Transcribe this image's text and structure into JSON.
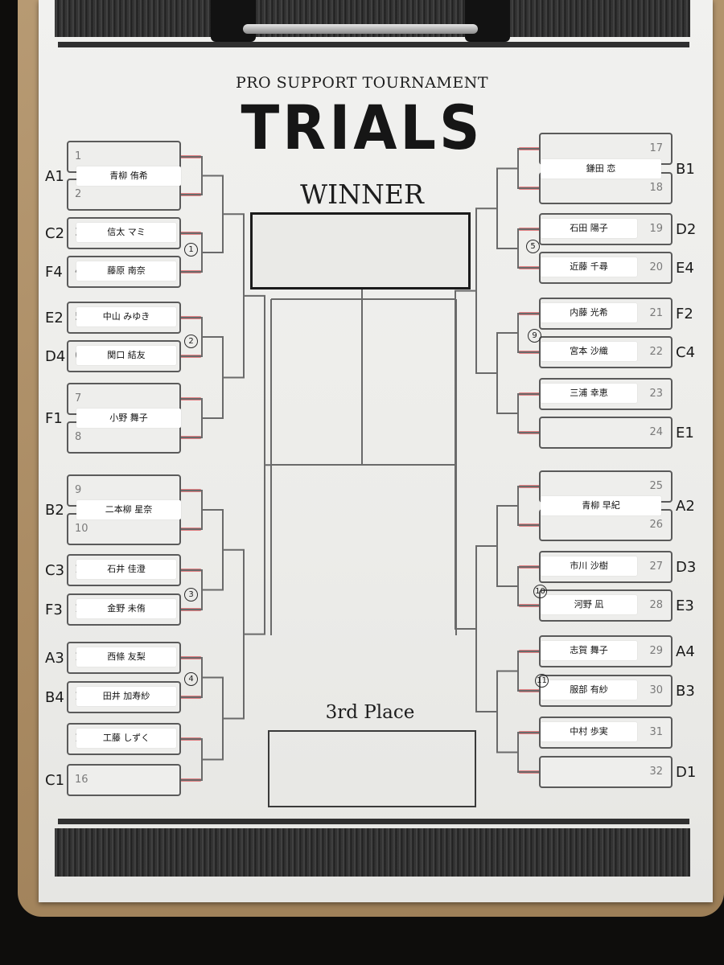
{
  "header": {
    "subtitle": "PRO SUPPORT TOURNAMENT",
    "title": "TRIALS"
  },
  "winner": {
    "label": "WINNER"
  },
  "third_place": {
    "label": "3rd Place"
  },
  "colors": {
    "ink": "#1b1b1b",
    "marker_red": "#d9141c",
    "paper": "#efefed",
    "clipboard": "#ad8e66"
  },
  "slots": [
    {
      "num": "1",
      "name": "",
      "code": ""
    },
    {
      "num": "2",
      "name": "",
      "code": ""
    },
    {
      "num": "3",
      "name": "信太 マミ",
      "code": "C2"
    },
    {
      "num": "4",
      "name": "藤原 南奈",
      "code": "F4"
    },
    {
      "num": "5",
      "name": "中山 みゆき",
      "code": "E2"
    },
    {
      "num": "6",
      "name": "関口 結友",
      "code": "D4"
    },
    {
      "num": "7",
      "name": "",
      "code": ""
    },
    {
      "num": "8",
      "name": "",
      "code": ""
    },
    {
      "num": "9",
      "name": "",
      "code": ""
    },
    {
      "num": "10",
      "name": "",
      "code": ""
    },
    {
      "num": "11",
      "name": "石井 佳澄",
      "code": "C3"
    },
    {
      "num": "12",
      "name": "金野 未侑",
      "code": "F3"
    },
    {
      "num": "13",
      "name": "西條 友梨",
      "code": "A3"
    },
    {
      "num": "14",
      "name": "田井 加寿紗",
      "code": "B4"
    },
    {
      "num": "15",
      "name": "工藤 しずく",
      "code": ""
    },
    {
      "num": "16",
      "name": "",
      "code": "C1"
    },
    {
      "num": "17",
      "name": "",
      "code": ""
    },
    {
      "num": "18",
      "name": "",
      "code": ""
    },
    {
      "num": "19",
      "name": "石田 陽子",
      "code": "D2"
    },
    {
      "num": "20",
      "name": "近藤 千尋",
      "code": "E4"
    },
    {
      "num": "21",
      "name": "内藤 光希",
      "code": "F2"
    },
    {
      "num": "22",
      "name": "宮本 沙織",
      "code": "C4"
    },
    {
      "num": "23",
      "name": "三浦 幸恵",
      "code": ""
    },
    {
      "num": "24",
      "name": "",
      "code": "E1"
    },
    {
      "num": "25",
      "name": "",
      "code": ""
    },
    {
      "num": "26",
      "name": "",
      "code": ""
    },
    {
      "num": "27",
      "name": "市川 沙樹",
      "code": "D3"
    },
    {
      "num": "28",
      "name": "河野 凪",
      "code": "E3"
    },
    {
      "num": "29",
      "name": "志賀 舞子",
      "code": "A4"
    },
    {
      "num": "30",
      "name": "服部 有紗",
      "code": "B3"
    },
    {
      "num": "31",
      "name": "中村 歩実",
      "code": ""
    },
    {
      "num": "32",
      "name": "",
      "code": "D1"
    }
  ],
  "byes": [
    {
      "name": "青柳 侑希",
      "code": "A1"
    },
    {
      "name": "小野 舞子",
      "code": "F1"
    },
    {
      "name": "二本柳 星奈",
      "code": "B2"
    },
    {
      "name": "鎌田 恋",
      "code": "B1"
    },
    {
      "name": "青柳 早紀",
      "code": "A2"
    }
  ],
  "match_numbers": [
    "1",
    "2",
    "3",
    "4",
    "5",
    "9",
    "10",
    "11"
  ]
}
